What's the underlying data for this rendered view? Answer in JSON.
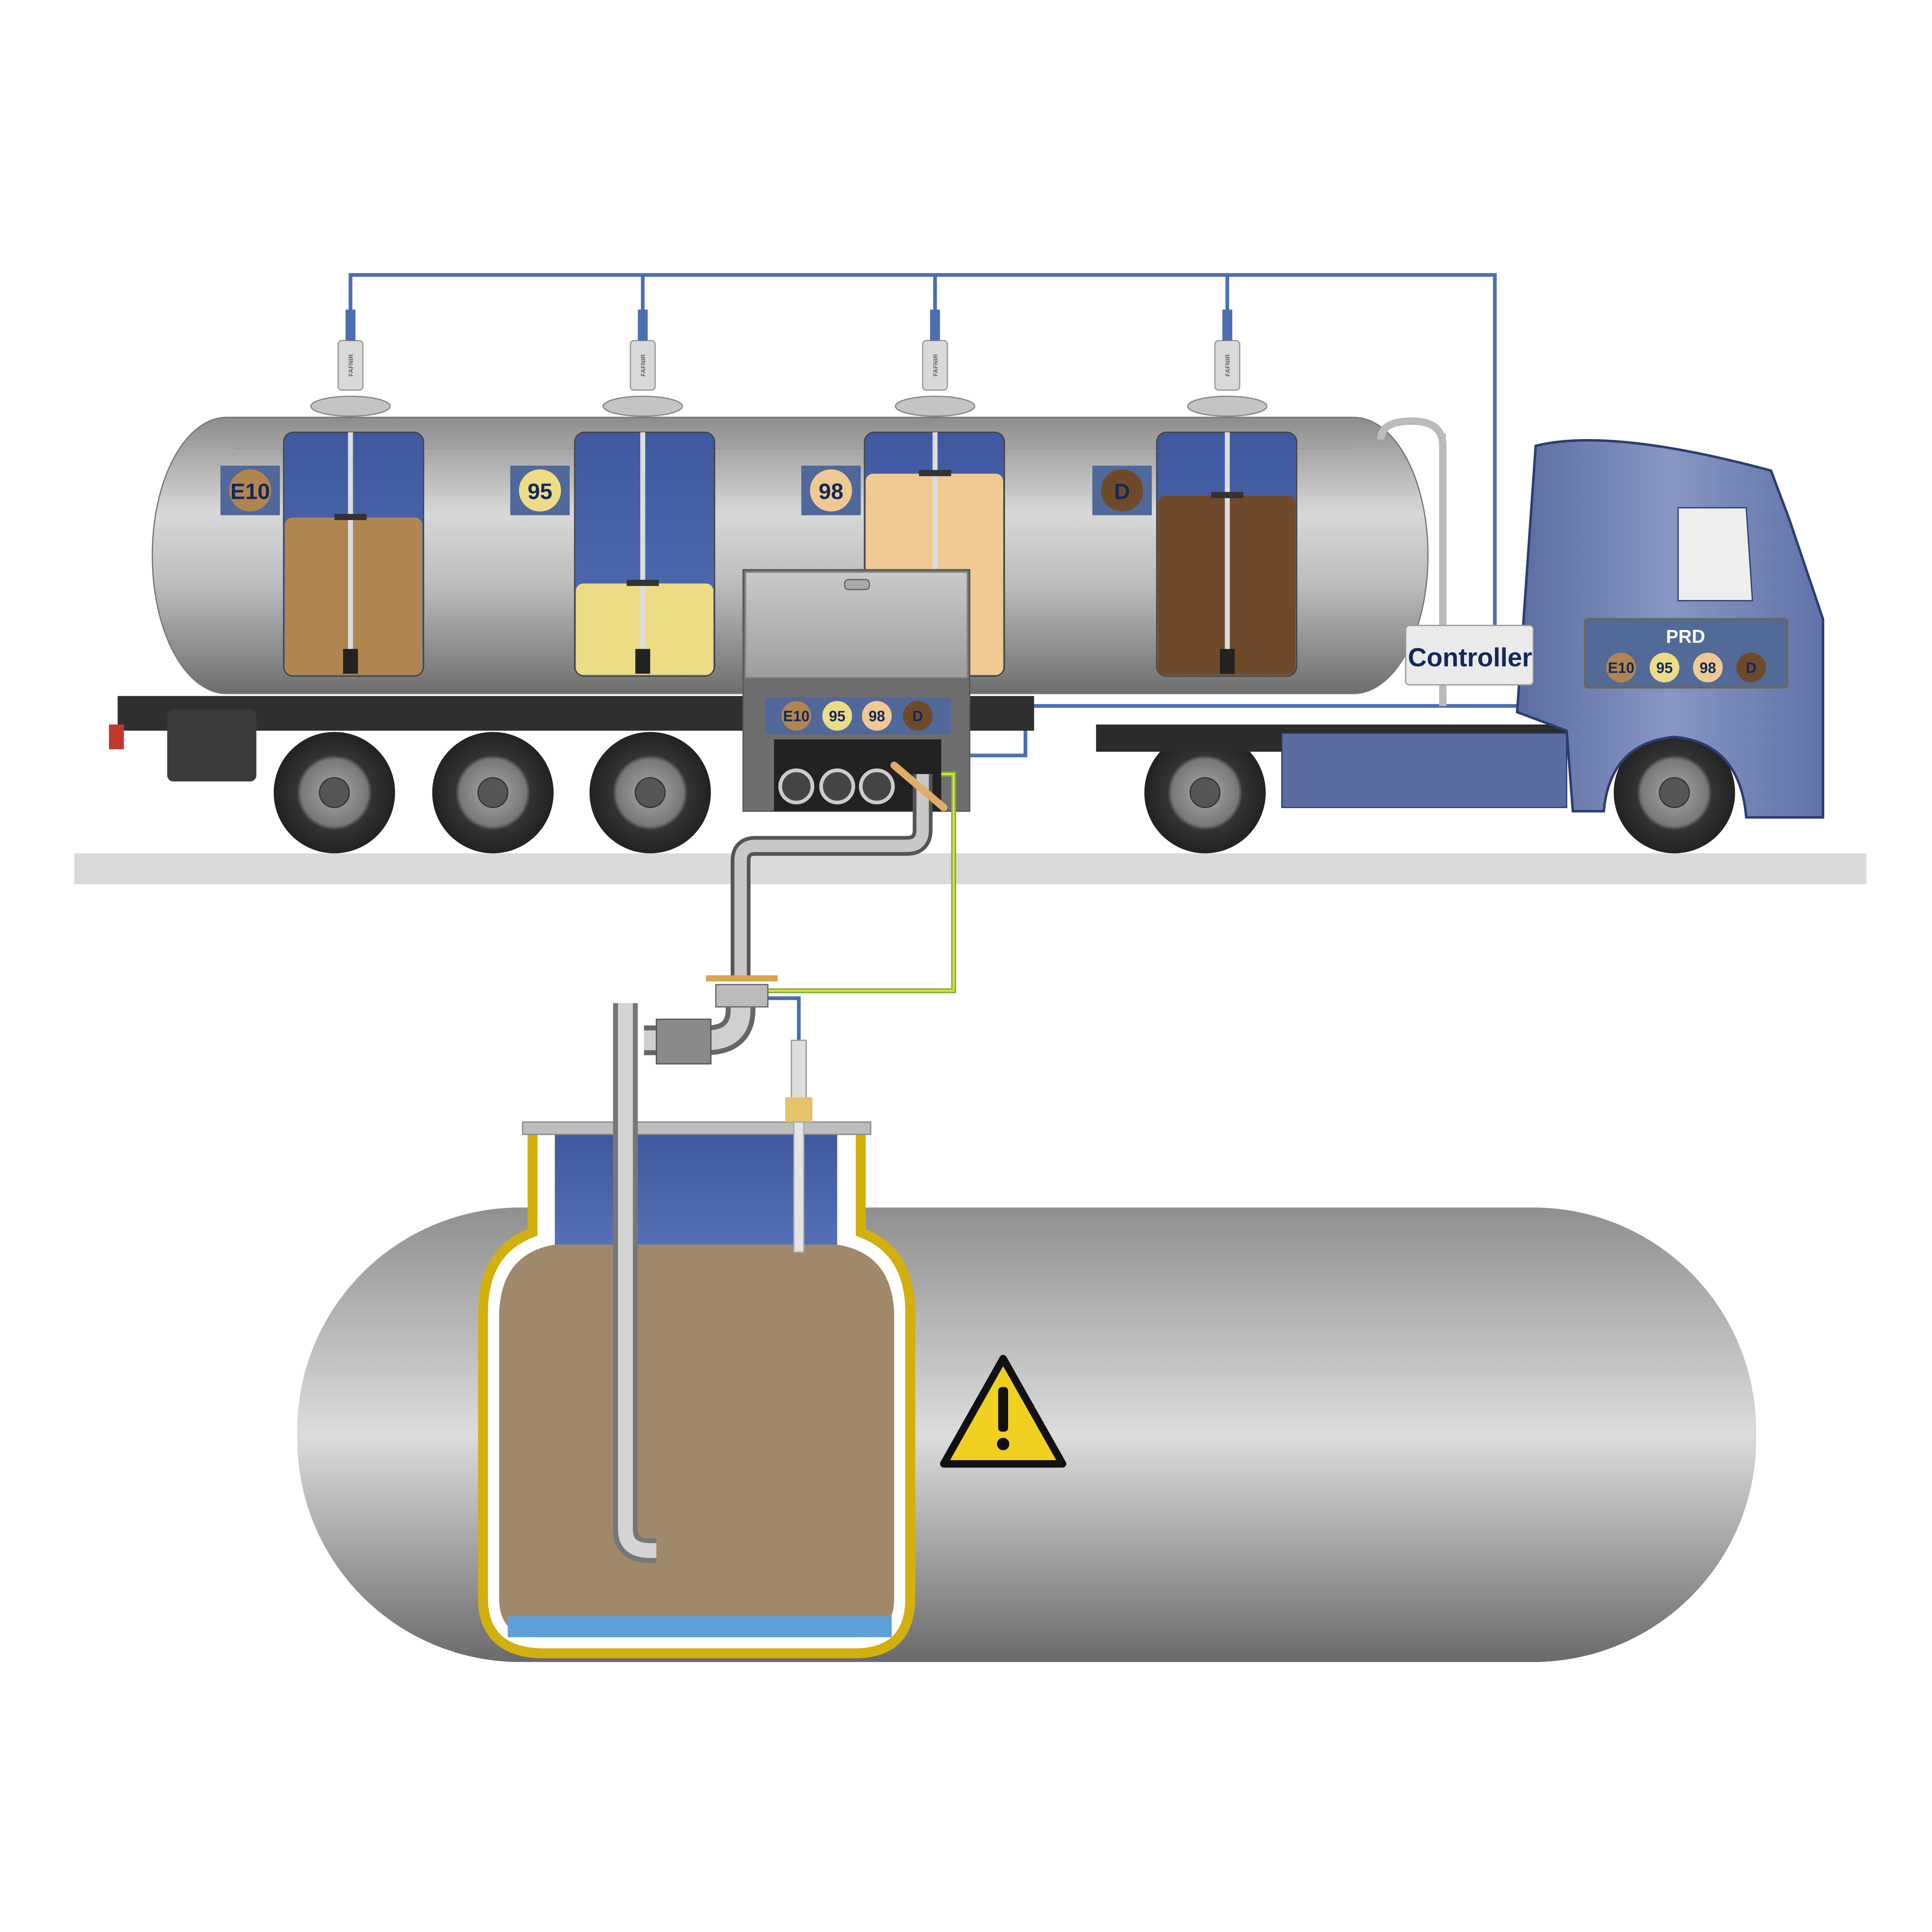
{
  "compartments": [
    {
      "label": "E10",
      "fuel_color": "#b08550",
      "fill_level": 0.65
    },
    {
      "label": "95",
      "fuel_color": "#ecdc86",
      "fill_level": 0.38
    },
    {
      "label": "98",
      "fuel_color": "#f0c992",
      "fill_level": 0.83
    },
    {
      "label": "D",
      "fuel_color": "#6f4a2a",
      "fill_level": 0.74
    }
  ],
  "controller": {
    "label": "Controller"
  },
  "prd_panel": {
    "title": "PRD",
    "badges": [
      "E10",
      "95",
      "98",
      "D"
    ]
  },
  "manifold": {
    "badges": [
      "E10",
      "95",
      "98",
      "D"
    ]
  },
  "sensor_brand": "FAFNIR",
  "underground_tank": {
    "fuel_color": "#a0886a",
    "water_color": "#5f9fd8",
    "warning": "warning-triangle"
  },
  "colors": {
    "label_panel": "#50689a",
    "wire_blue": "#4b6fb0",
    "cab_blue": "#6d7fb0",
    "text_navy": "#13295a",
    "vapor_blue": "#4a63a8"
  }
}
